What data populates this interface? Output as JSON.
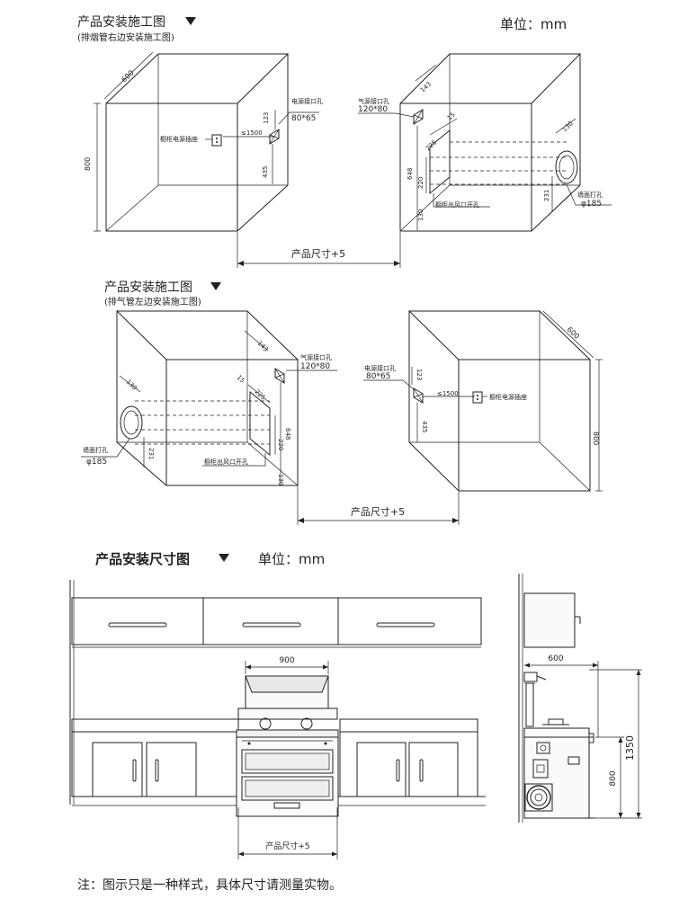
{
  "section1": {
    "title": "产品安装施工图",
    "subtitle": "(排烟管右边安装施工图)",
    "unit": "单位：mm",
    "left_box": {
      "depth": "600",
      "height": "800",
      "socket_label": "橱柜电源插座",
      "socket_dist": "≤1500",
      "power_hole_label": "电源接口孔",
      "power_hole_size": "80*65",
      "dim_123": "123",
      "dim_435": "435"
    },
    "right_box": {
      "gas_hole_label": "气源接口孔",
      "gas_hole_size": "120*80",
      "dim_143": "143",
      "dim_15": "15",
      "dim_225": "225",
      "dim_648": "648",
      "dim_220": "220",
      "dim_130": "130",
      "outlet_label": "橱柜出风口开孔",
      "dim_130_top": "130",
      "dim_231": "231",
      "wall_hole_label": "墙面打孔",
      "wall_hole_size": "φ185"
    },
    "width_label": "产品尺寸+5"
  },
  "section2": {
    "title": "产品安装施工图",
    "subtitle": "(排气管左边安装施工图)",
    "left_box": {
      "dim_130": "130",
      "wall_hole_label": "墙面打孔",
      "wall_hole_size": "φ185",
      "dim_231": "231",
      "dim_143": "143",
      "gas_hole_label": "气源接口孔",
      "gas_hole_size": "120*80",
      "dim_15": "15",
      "dim_225": "225",
      "dim_648": "648",
      "dim_220": "220",
      "dim_130b": "130",
      "outlet_label": "橱柜出风口开孔"
    },
    "right_box": {
      "depth": "600",
      "height": "800",
      "power_hole_label": "电源接口孔",
      "power_hole_size": "80*65",
      "dim_123": "123",
      "socket_dist": "≤1500",
      "socket_label": "橱柜电源插座",
      "dim_435": "435"
    },
    "width_label": "产品尺寸+5"
  },
  "section3": {
    "title": "产品安装尺寸图",
    "unit": "单位：mm",
    "front": {
      "dim_900": "900",
      "width_label": "产品尺寸+5"
    },
    "side": {
      "dim_600": "600",
      "dim_800": "800",
      "dim_1350": "1350"
    }
  },
  "footnote": "注：图示只是一种样式，具体尺寸请测量实物。"
}
